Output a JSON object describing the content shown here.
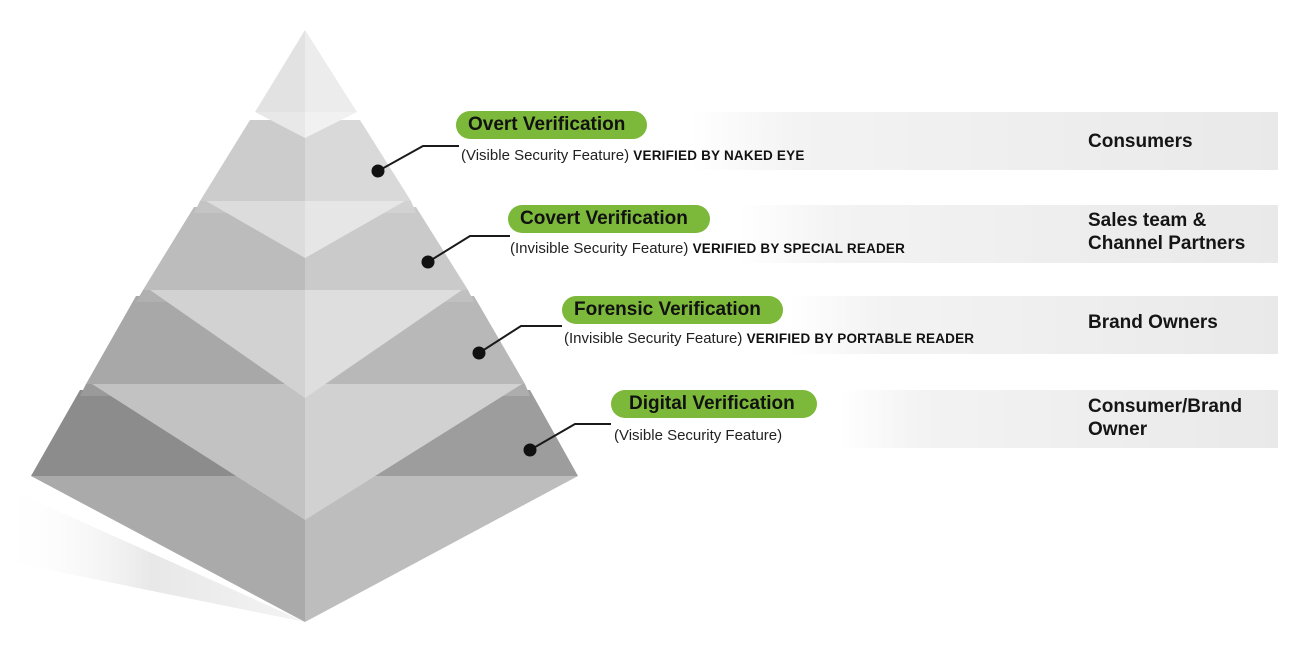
{
  "colors": {
    "accent": "#7cb83a",
    "tier_light": "#e0e0e0",
    "tier_mid": "#bdbdbd",
    "tier_dark": "#9a9a9a"
  },
  "tiers": [
    {
      "title": "Overt Verification",
      "paren": "(Visible Security Feature)",
      "method": "VERIFIED BY NAKED EYE",
      "audience": "Consumers"
    },
    {
      "title": "Covert Verification",
      "paren": "(Invisible Security Feature)",
      "method": "VERIFIED BY SPECIAL READER",
      "audience": "Sales team & Channel Partners"
    },
    {
      "title": "Forensic Verification",
      "paren": "(Invisible Security Feature)",
      "method": "VERIFIED BY PORTABLE READER",
      "audience": "Brand Owners"
    },
    {
      "title": "Digital Verification",
      "paren": "(Visible Security Feature)",
      "method": "",
      "audience": "Consumer/Brand Owner"
    }
  ]
}
